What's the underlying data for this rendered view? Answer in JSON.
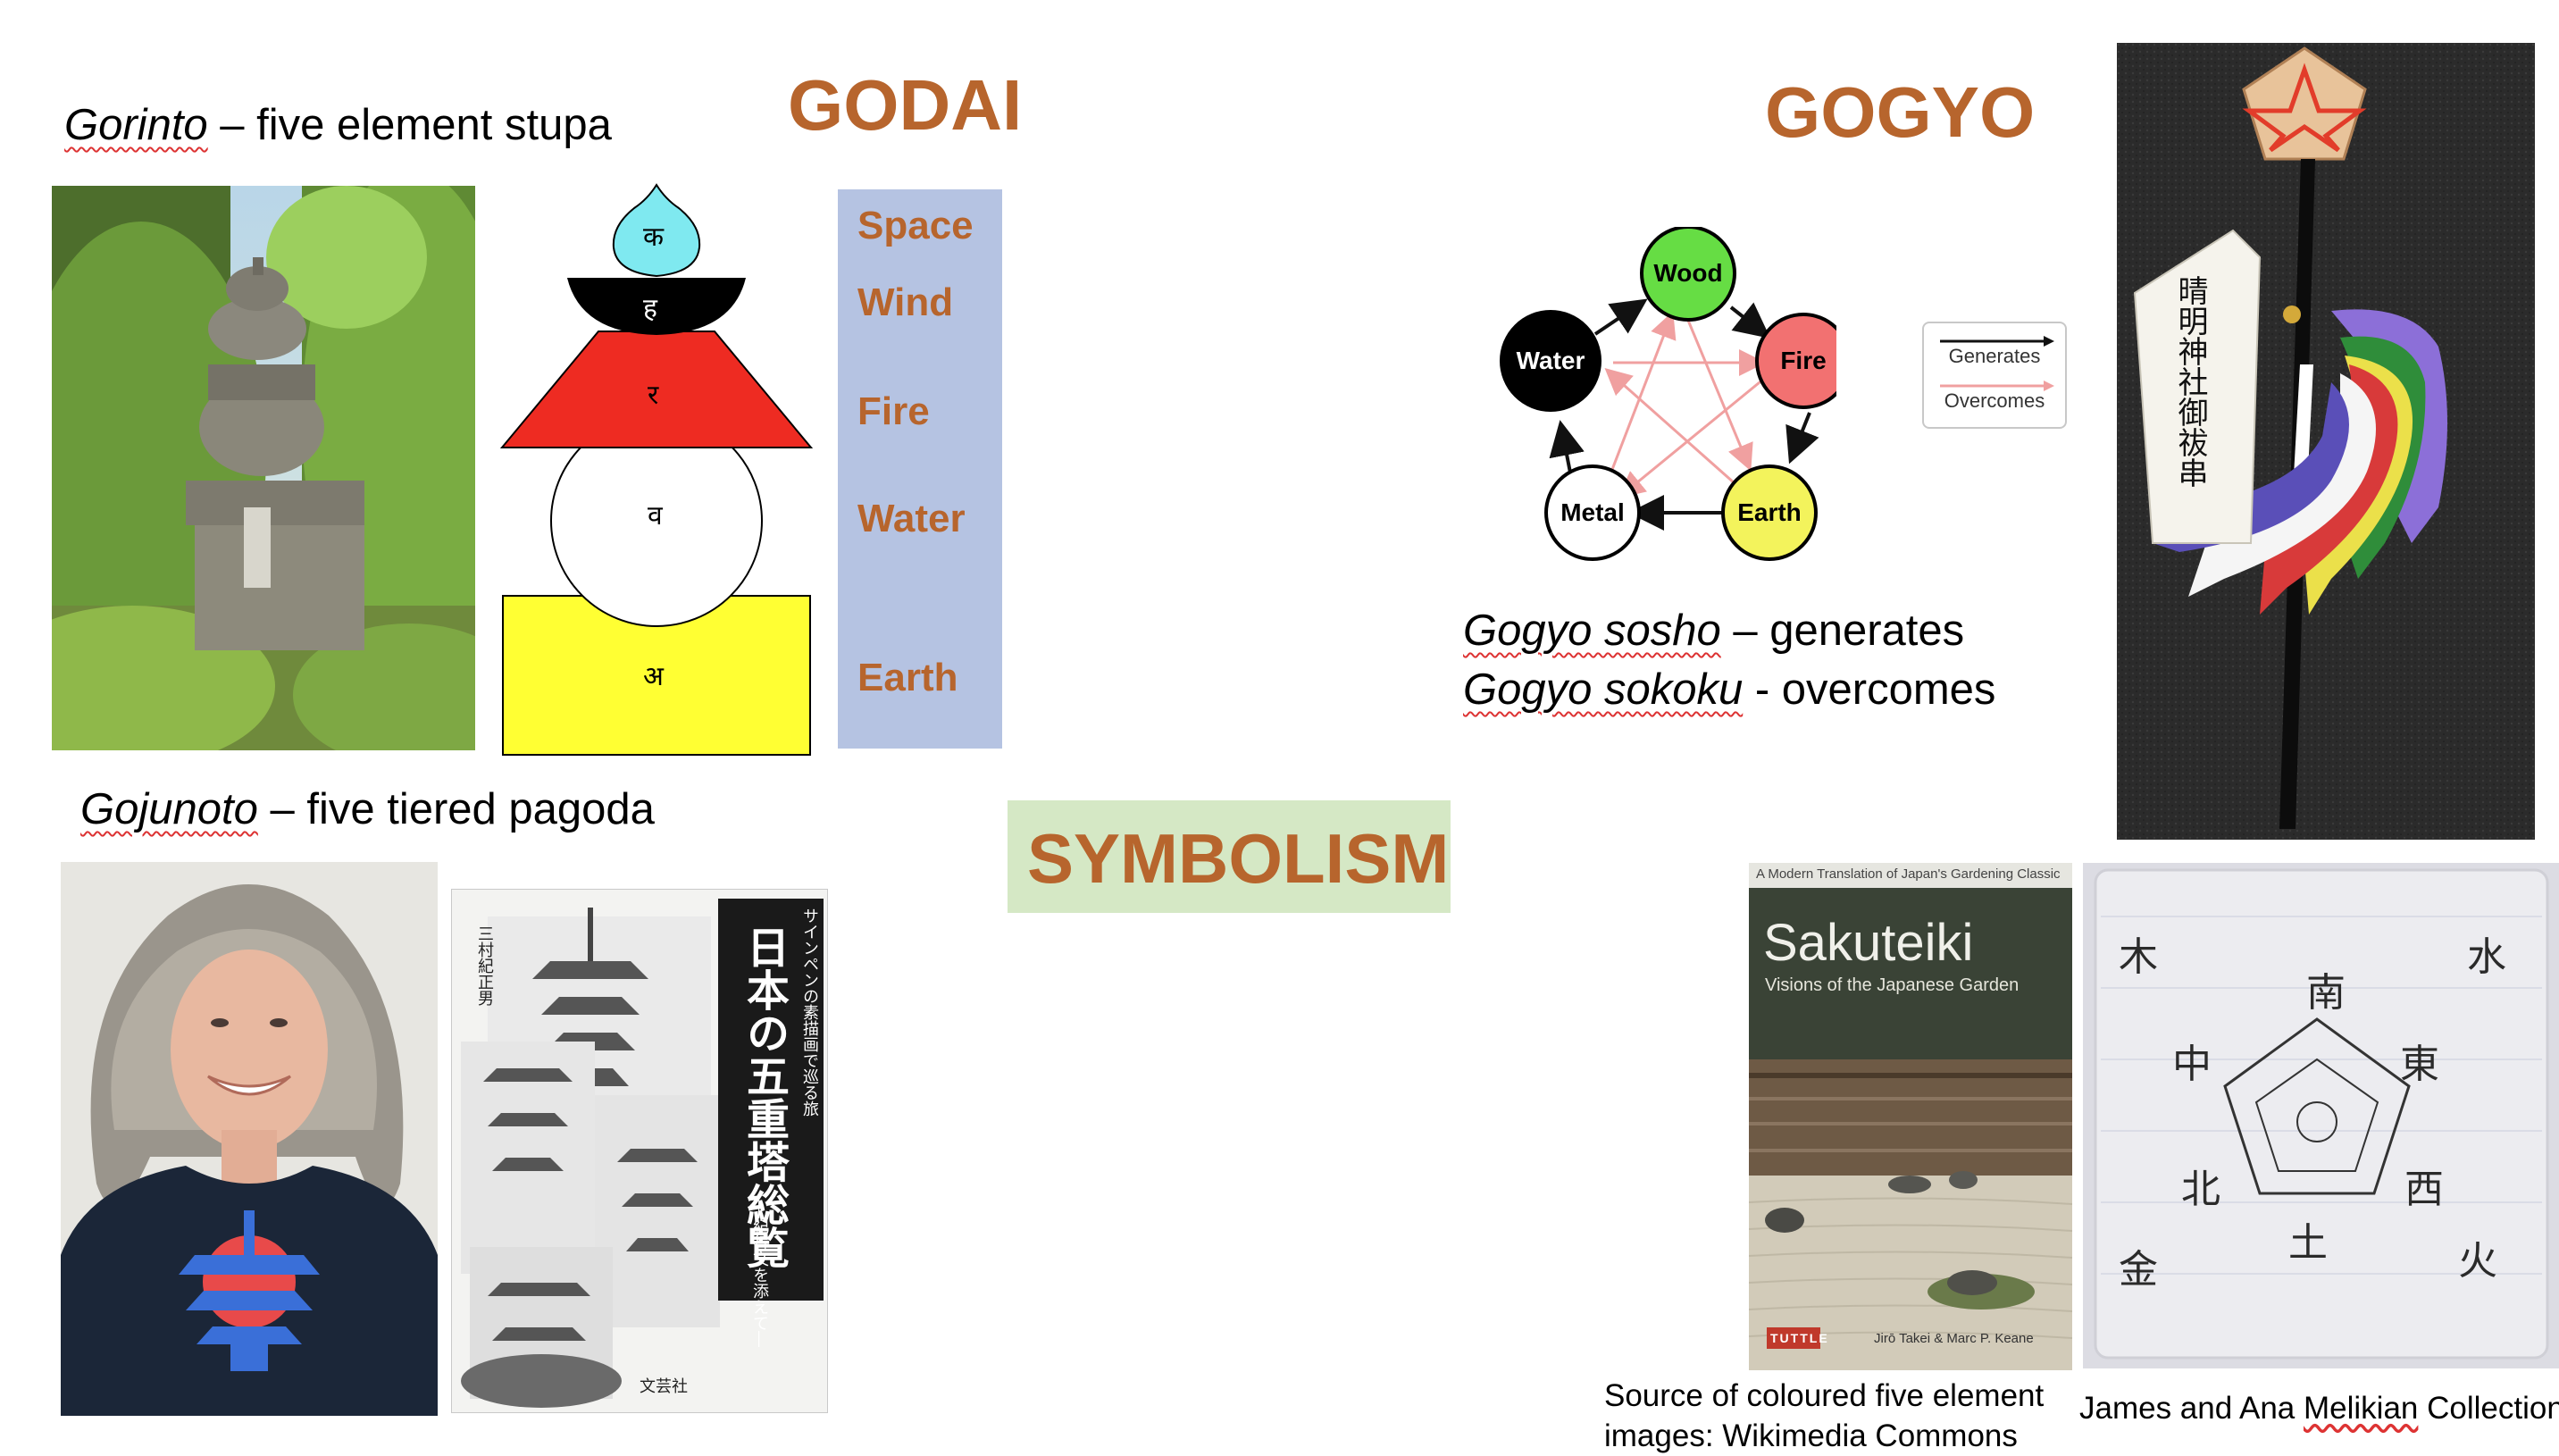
{
  "headings": {
    "godai": "GODAI",
    "gogyo": "GOGYO",
    "symbolism": "SYMBOLISM"
  },
  "gorinto_caption": {
    "term": "Gorinto",
    "rest": " – five element stupa"
  },
  "gojunoto_caption": {
    "term": "Gojunoto",
    "rest": "  – five tiered pagoda"
  },
  "godai_elements": [
    "Space",
    "Wind",
    "Fire",
    "Water",
    "Earth"
  ],
  "stupa_glyphs": [
    "क",
    "ह",
    "र",
    "व",
    "अ"
  ],
  "gogyo_diagram": {
    "nodes": [
      "Wood",
      "Fire",
      "Earth",
      "Metal",
      "Water"
    ],
    "legend": {
      "generates": "Generates",
      "overcomes": "Overcomes"
    }
  },
  "gogyo_lines": [
    {
      "term": "Gogyo sosho",
      "rest": " – generates"
    },
    {
      "term": "Gogyo sokoku",
      "rest": " - overcomes"
    }
  ],
  "book_sakuteiki": {
    "top_line": "A Modern Translation of Japan's Gardening Classic",
    "title": "Sakuteiki",
    "subtitle": "Visions of the Japanese Garden",
    "publisher": "TUTTLE",
    "authors": "Jirō Takei & Marc P. Keane"
  },
  "book_pagoda": {
    "title": "日本の五重塔総覧",
    "side_text": "サインペンの素描画で巡る旅",
    "sub_text": "—紀行文を添えて—",
    "author": "三村紀正男",
    "publisher": "文芸社"
  },
  "source_note": [
    "Source of coloured five element",
    "images: Wikimedia Commons"
  ],
  "collection_note": {
    "prefix": "James and Ana ",
    "name": "Melikian",
    "suffix": " Collection"
  },
  "amulet_text": "晴明神社御祓串",
  "colors": {
    "heading": "#b7652d",
    "space": "#7fe9f0",
    "fire_red": "#ee2b22",
    "earth_yellow": "#ffff33",
    "elements_panel": "#b5c3e2",
    "symbolism_bg": "#d5e8c5",
    "wood": "#66dd44",
    "fire_node": "#f27171",
    "earth_node": "#f3f35c"
  }
}
